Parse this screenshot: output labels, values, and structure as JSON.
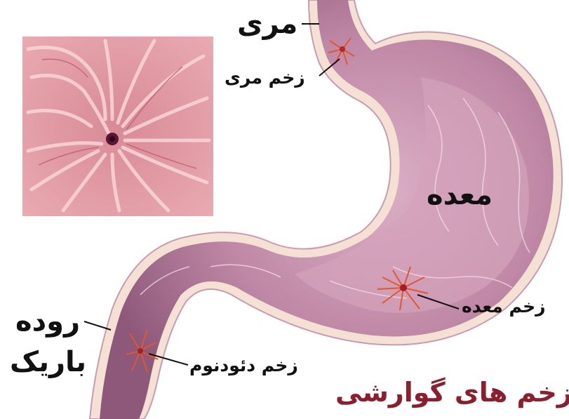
{
  "labels": {
    "esophagus": "مری",
    "esophageal_ulcer": "زخم مری",
    "stomach": "معده",
    "gastric_ulcer": "زخم معده",
    "small_intestine_line1": "روده",
    "small_intestine_line2": "باریک",
    "duodenal_ulcer": "زخم دئودنوم"
  },
  "title": "زخم های گوارشی",
  "colors": {
    "title": "#8e1e2c",
    "organ_fill": "#a86a8a",
    "organ_highlight": "#dcb0c6",
    "organ_outline": "#f5e0d4",
    "ulcer": "#e2572b",
    "inset_fold": "#e7a1a6"
  }
}
